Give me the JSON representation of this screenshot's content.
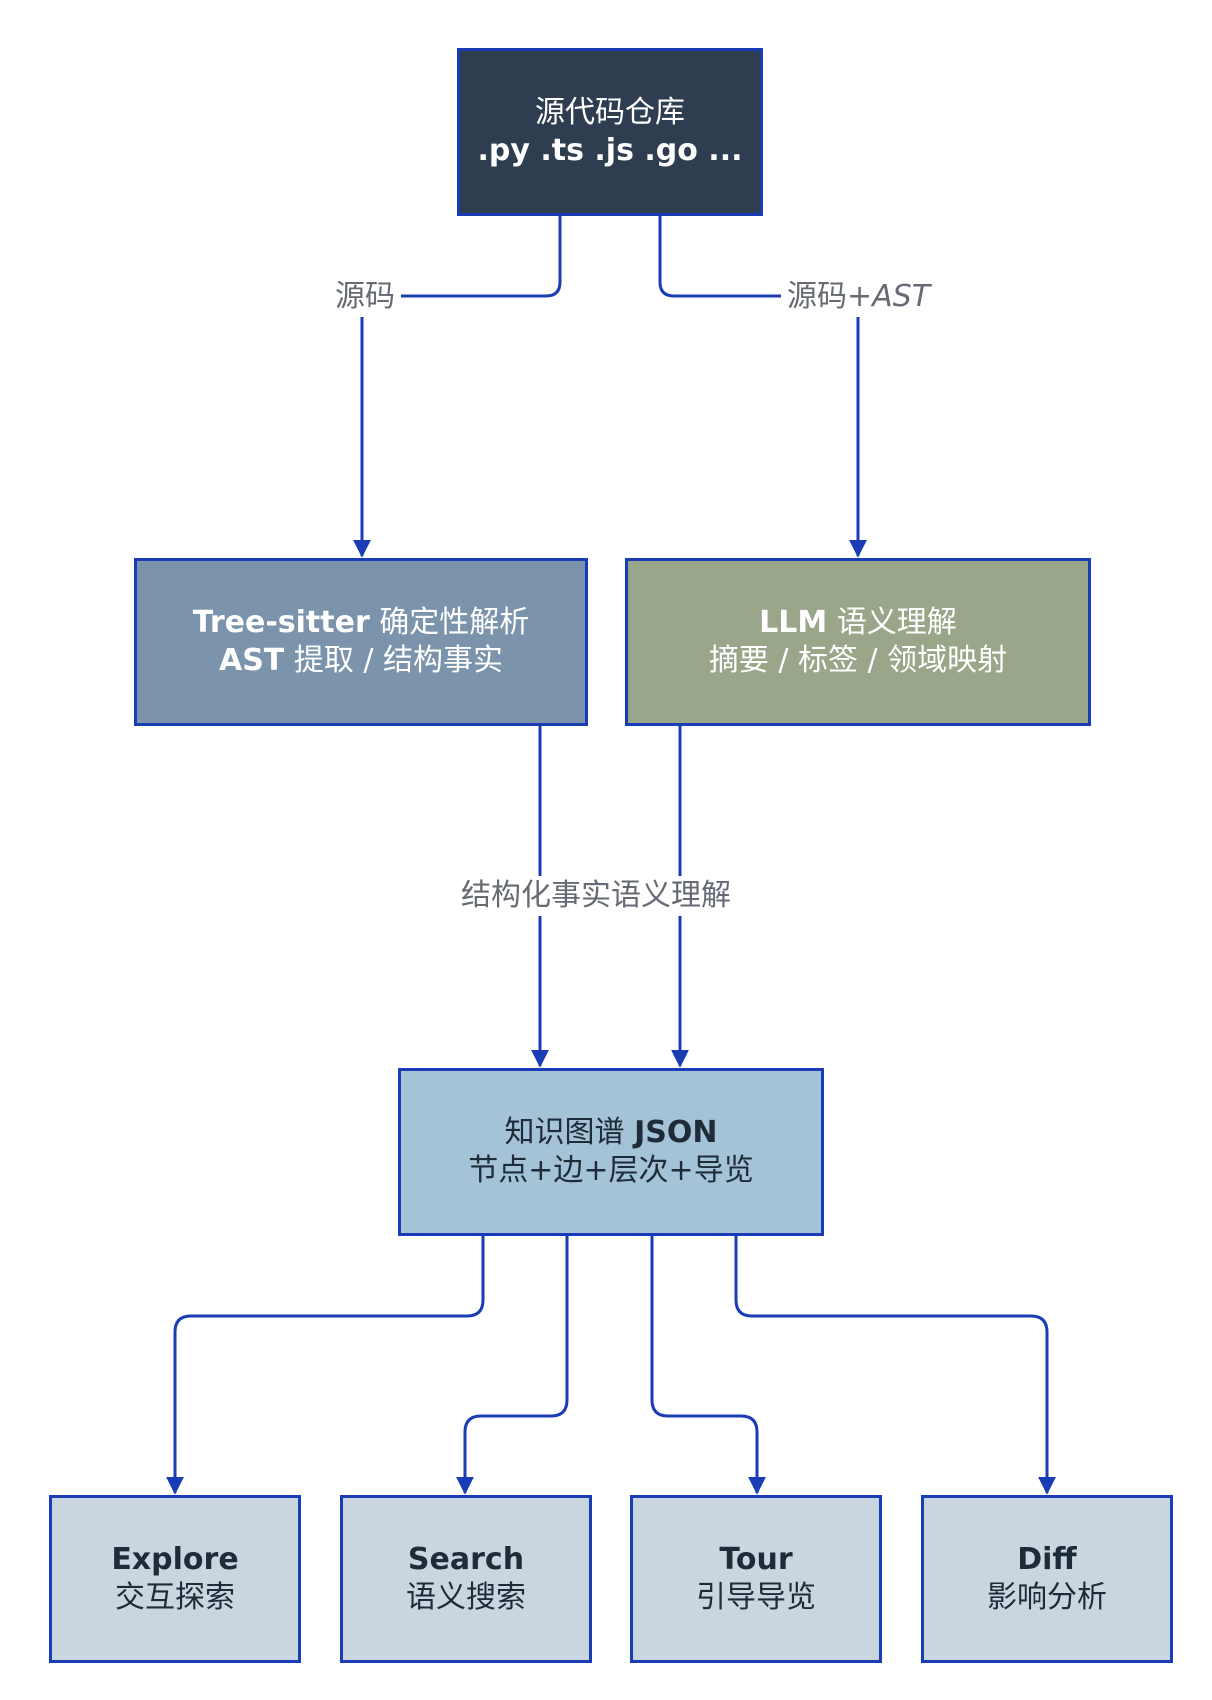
{
  "nodes": {
    "source_repo": {
      "line1": "源代码仓库",
      "line2": ".py .ts .js .go ..."
    },
    "tree_sitter": {
      "line1_bold": "Tree-sitter",
      "line1_rest": " 确定性解析",
      "line2_bold": "AST",
      "line2_rest": " 提取 / 结构事实"
    },
    "llm": {
      "line1_bold": "LLM",
      "line1_rest": " 语义理解",
      "line2": "摘要 / 标签 / 领域映射"
    },
    "knowledge_graph": {
      "line1_rest": "知识图谱 ",
      "line1_bold": "JSON",
      "line2": "节点+边+层次+导览"
    },
    "explore": {
      "title": "Explore",
      "subtitle": "交互探索"
    },
    "search": {
      "title": "Search",
      "subtitle": "语义搜索"
    },
    "tour": {
      "title": "Tour",
      "subtitle": "引导导览"
    },
    "diff": {
      "title": "Diff",
      "subtitle": "影响分析"
    }
  },
  "edge_labels": {
    "source_to_treesitter": "源码",
    "source_to_llm_main": "源码",
    "source_to_llm_suffix": "+AST",
    "treesitter_to_graph": "结构化事实",
    "llm_to_graph": "语义理解"
  },
  "colors": {
    "edge": "#1a3db5",
    "source_repo": "#2e3d50",
    "tree_sitter": "#7b93ab",
    "llm": "#9aa68a",
    "knowledge_graph": "#a4c3d6",
    "outputs": "#c9d6e0",
    "edge_label_text": "#666a75"
  }
}
